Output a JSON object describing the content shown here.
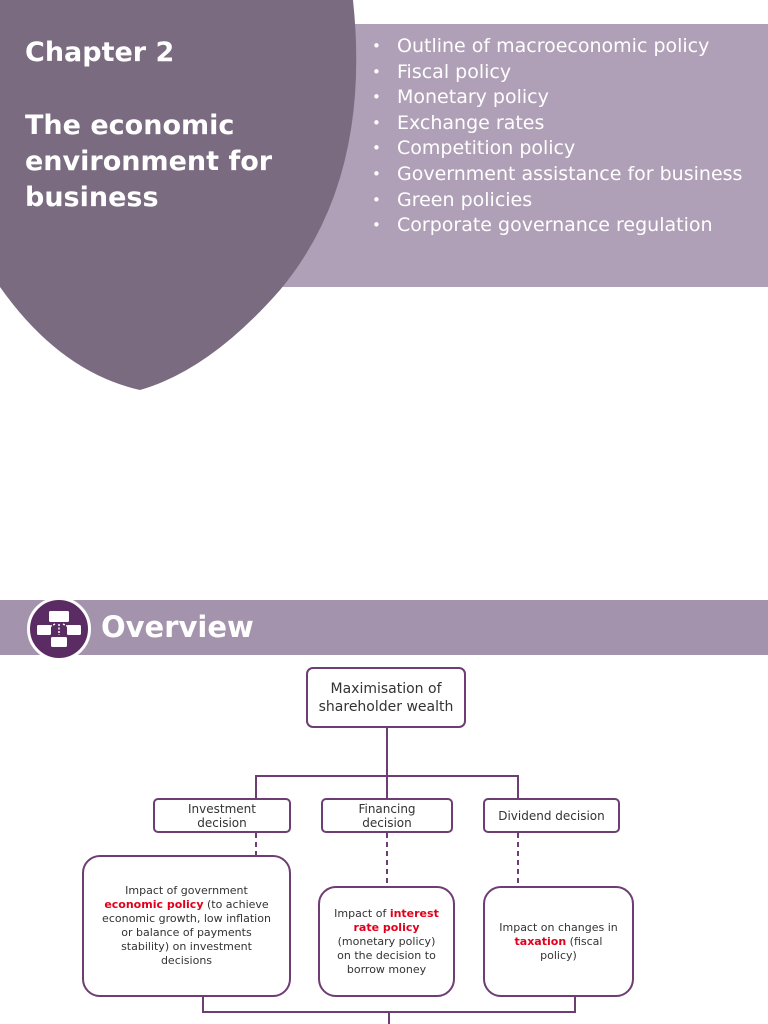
{
  "slide1": {
    "chapter_label": "Chapter 2",
    "chapter_title": "The economic environment for business",
    "topics": [
      "Outline of macroeconomic policy",
      "Fiscal policy",
      "Monetary policy",
      "Exchange rates",
      "Competition policy",
      "Government assistance for business",
      "Green policies",
      "Corporate governance regulation"
    ],
    "colors": {
      "shield": "#7a6b80",
      "panel": "#b0a0b7"
    }
  },
  "slide2": {
    "title": "Overview",
    "icon": "hierarchy-diagram-icon",
    "colors": {
      "band": "#a493ad",
      "icon_bg": "#5b2b63",
      "box_border": "#6e3d73",
      "emphasis": "#e0001b"
    },
    "diagram": {
      "top": "Maximisation of shareholder wealth",
      "decisions": [
        "Investment decision",
        "Financing decision",
        "Dividend decision"
      ],
      "impacts": [
        {
          "before": "Impact of government ",
          "emphasis": "economic policy",
          "after": " (to achieve economic growth, low inflation or balance of payments stability) on investment decisions"
        },
        {
          "before": "Impact of ",
          "emphasis": "interest rate policy",
          "after": " (monetary policy) on the decision to borrow money"
        },
        {
          "before": "Impact on changes in ",
          "emphasis": "taxation",
          "after": " (fiscal policy)"
        }
      ]
    }
  }
}
